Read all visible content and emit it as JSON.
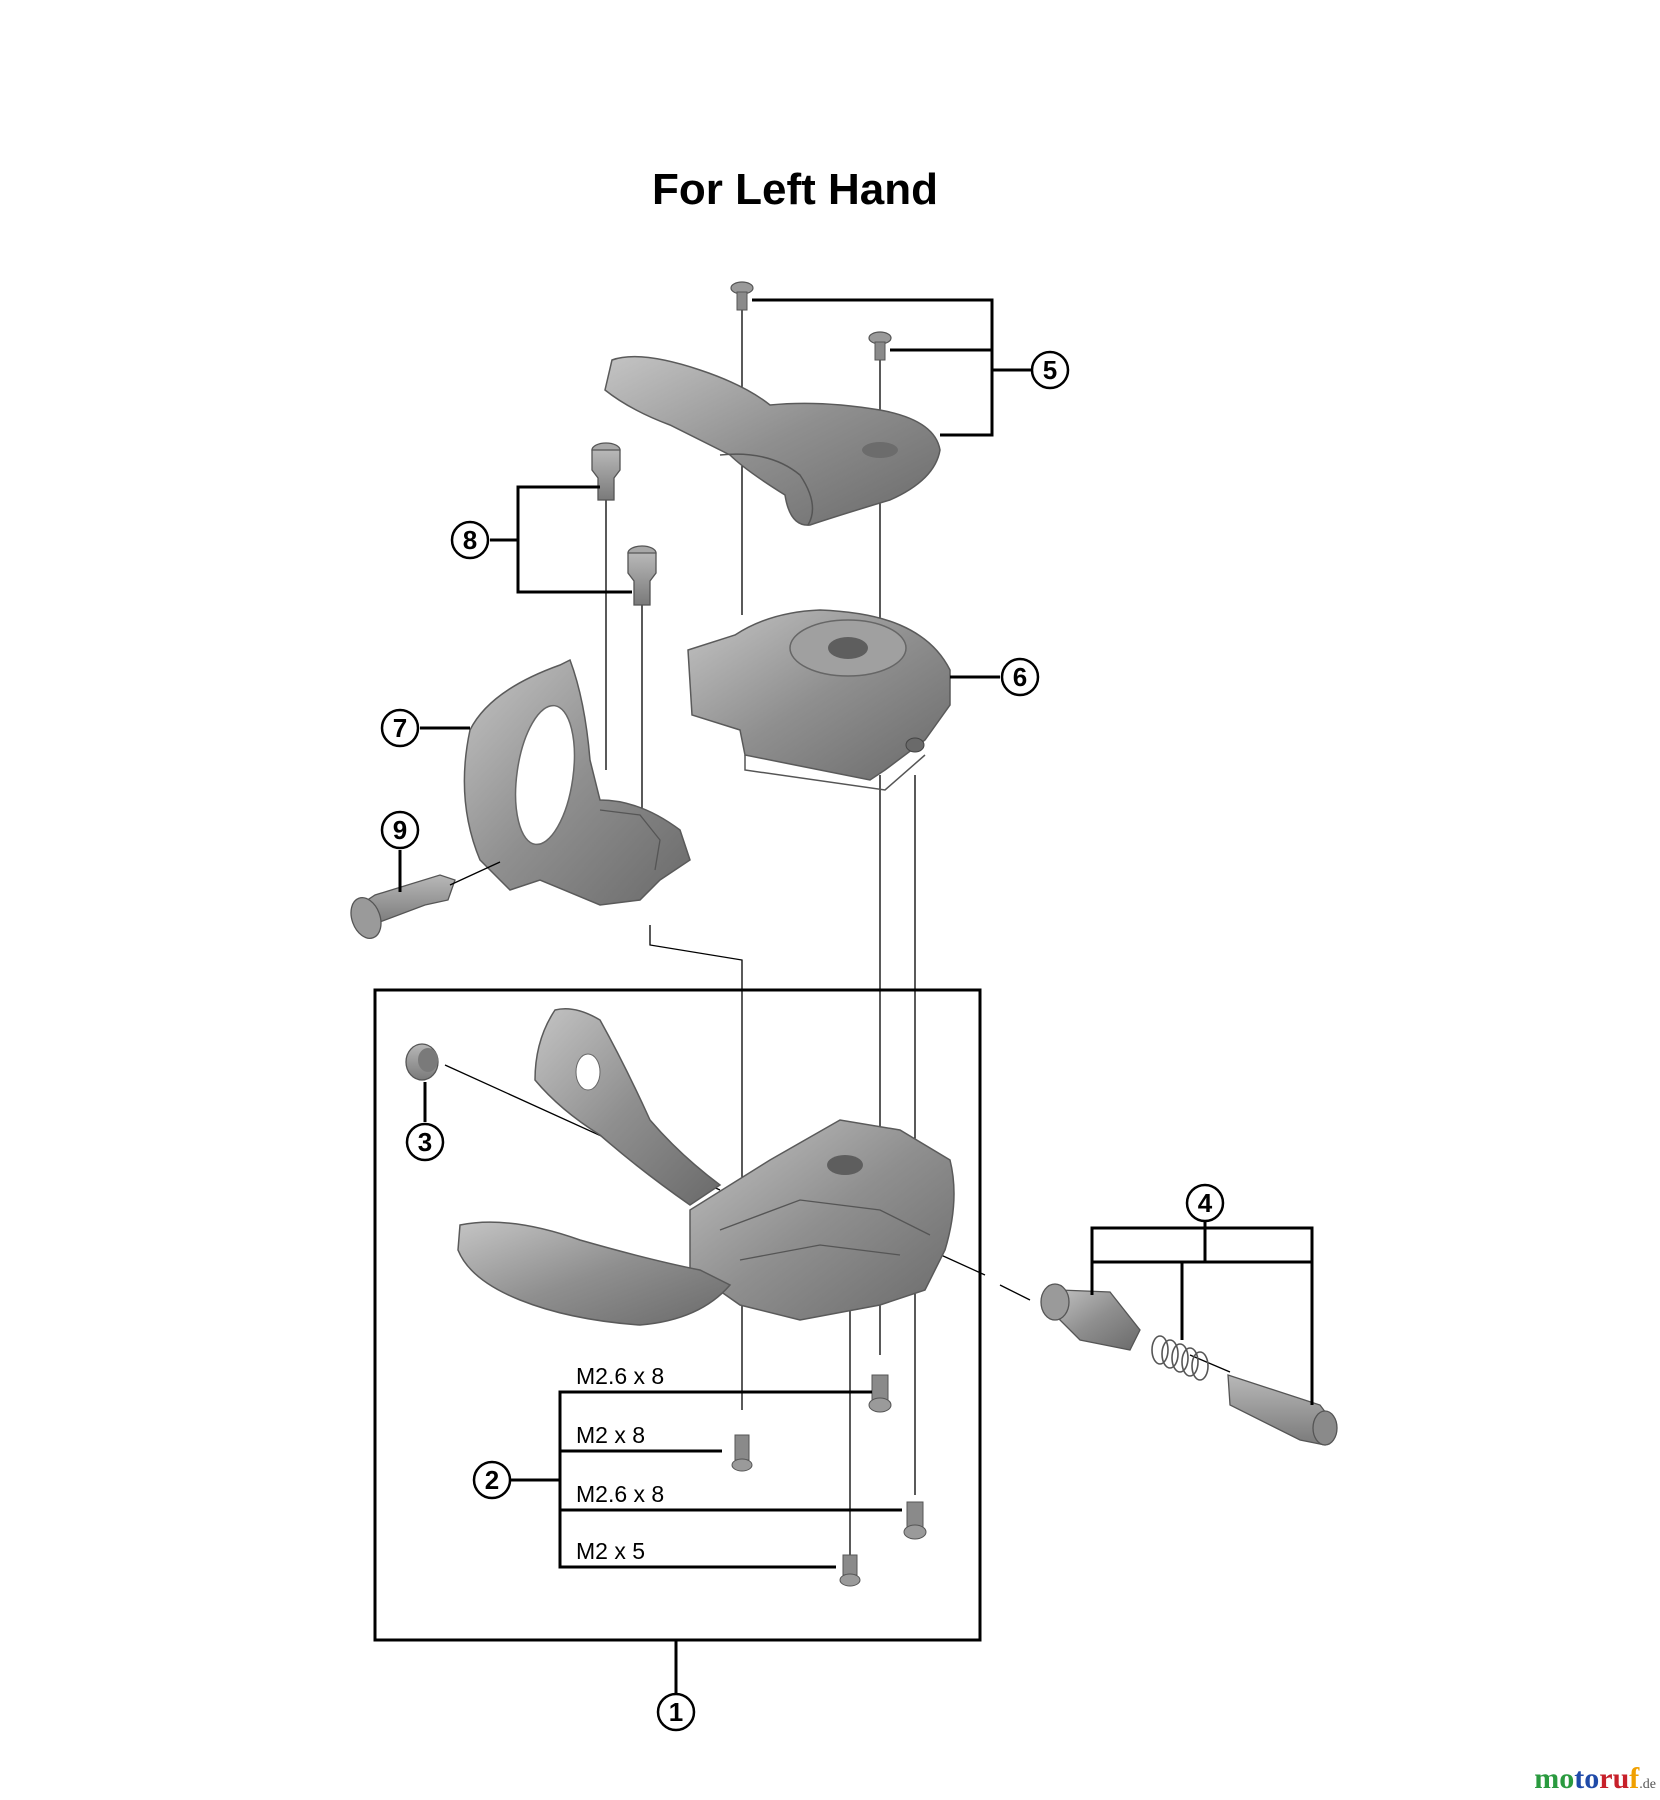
{
  "title": "For Left Hand",
  "callouts": [
    "1",
    "2",
    "3",
    "4",
    "5",
    "6",
    "7",
    "8",
    "9"
  ],
  "screw_specs": [
    "M2.6 x 8",
    "M2 x 8",
    "M2.6 x 8",
    "M2 x 5"
  ],
  "watermark": {
    "part1": "mo",
    "part2": "to",
    "part3": "ru",
    "part4": "f",
    "tld": ".de"
  },
  "colors": {
    "part_fill": "#8f8f8f",
    "part_light": "#b4b4b4",
    "part_dark": "#6a6a6a",
    "line": "#000000"
  }
}
